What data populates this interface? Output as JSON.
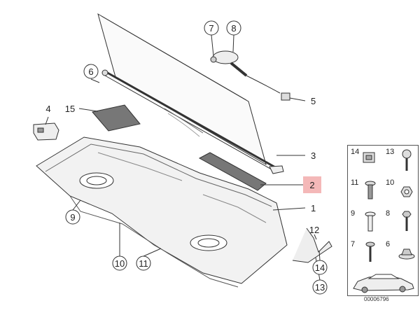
{
  "diagram": {
    "callouts": [
      {
        "id": "c7",
        "label": "7"
      },
      {
        "id": "c8",
        "label": "8"
      },
      {
        "id": "c6",
        "label": "6"
      },
      {
        "id": "c5",
        "label": "5"
      },
      {
        "id": "c4",
        "label": "4"
      },
      {
        "id": "c15",
        "label": "15"
      },
      {
        "id": "c3",
        "label": "3"
      },
      {
        "id": "c2",
        "label": "2",
        "highlighted": true
      },
      {
        "id": "c9",
        "label": "9"
      },
      {
        "id": "c1",
        "label": "1"
      },
      {
        "id": "c12",
        "label": "12"
      },
      {
        "id": "c10",
        "label": "10"
      },
      {
        "id": "c11",
        "label": "11"
      },
      {
        "id": "c14",
        "label": "14"
      },
      {
        "id": "c13",
        "label": "13"
      }
    ],
    "highlight_color": "#f4b8b8",
    "line_color": "#333333"
  },
  "legend": {
    "cells": [
      {
        "label": "14",
        "icon": "clip-nut-icon"
      },
      {
        "label": "13",
        "icon": "screw-icon"
      },
      {
        "label": "11",
        "icon": "expansion-rivet-icon"
      },
      {
        "label": "10",
        "icon": "hex-nut-icon"
      },
      {
        "label": "9",
        "icon": "plastic-rivet-icon"
      },
      {
        "label": "8",
        "icon": "hex-bolt-icon"
      },
      {
        "label": "7",
        "icon": "fillister-screw-icon"
      },
      {
        "label": "6",
        "icon": "flange-nut-icon"
      }
    ],
    "car_icon": "sedan-car-icon"
  },
  "reference_number": "00006796"
}
